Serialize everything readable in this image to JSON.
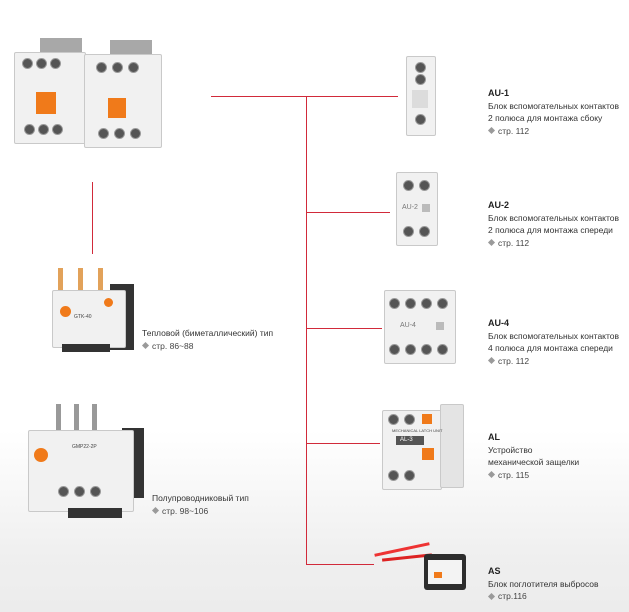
{
  "items": [
    {
      "title": "AU-1",
      "line1": "Блок вспомогательных контактов",
      "line2": "2 полюса для монтажа сбоку",
      "ref": "стр. 112"
    },
    {
      "title": "AU-2",
      "line1": "Блок вспомогательных контактов",
      "line2": "2 полюса для монтажа спереди",
      "ref": "стр. 112"
    },
    {
      "title": "AU-4",
      "line1": "Блок вспомогательных контактов",
      "line2": "4 полюса для монтажа спереди",
      "ref": "стр. 112"
    },
    {
      "title": "AL",
      "line1": "Устройство",
      "line2": "механической защелки",
      "ref": "стр. 115"
    },
    {
      "title": "AS",
      "line1": "Блок поглотителя выбросов",
      "ref": "стр.116"
    }
  ],
  "relays": [
    {
      "label": "Тепловой (биметаллический) тип",
      "ref": "стр.  86~88"
    },
    {
      "label": "Полупроводниковый тип",
      "ref": "стр.  98~106"
    }
  ],
  "device_labels": {
    "au2": "AU-2",
    "au4": "AU-4",
    "al_top": "MECHANICAL LATCH UNIT",
    "al_name": "AL-3",
    "relay1": "GTK-40",
    "relay2": "GMP22-2P"
  },
  "colors": {
    "connector_line": "#d12a3a",
    "accent_orange": "#f07a1a"
  }
}
